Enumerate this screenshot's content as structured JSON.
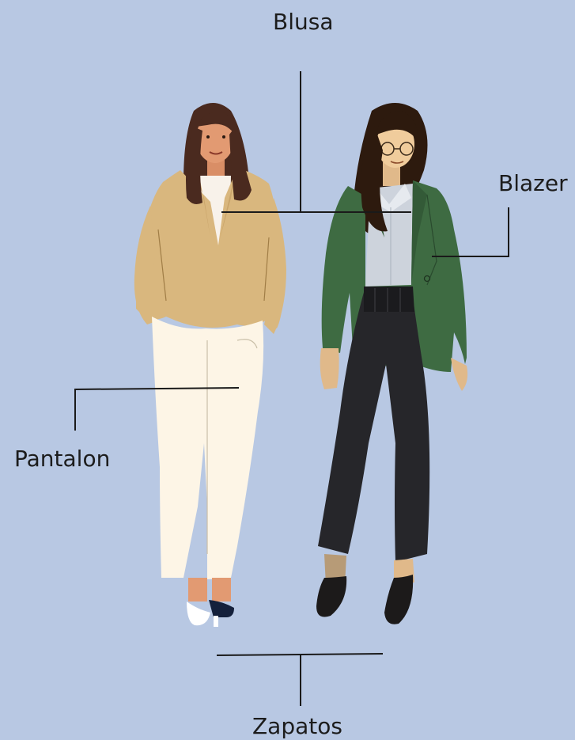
{
  "labels": {
    "blusa": "Blusa",
    "blazer": "Blazer",
    "pantalon": "Pantalon",
    "zapatos": "Zapatos"
  },
  "colors": {
    "background": "#b8c8e3",
    "leader_line": "#1a1a1a",
    "beige_blazer": "#d9b77e",
    "white_pants": "#fdf5e6",
    "green_blazer": "#3e6b42",
    "grey_shirt": "#cdd3dc",
    "black_pants": "#26262a"
  }
}
